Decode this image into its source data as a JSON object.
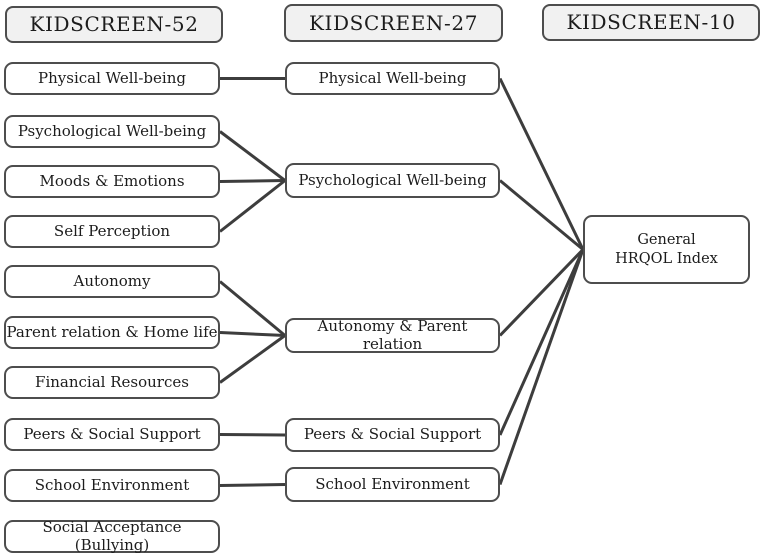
{
  "headers": {
    "k52": "KIDSCREEN-52",
    "k27": "KIDSCREEN-27",
    "k10": "KIDSCREEN-10"
  },
  "k52": {
    "physical": "Physical Well-being",
    "psychological": "Psychological Well-being",
    "moods": "Moods & Emotions",
    "self_perception": "Self Perception",
    "autonomy": "Autonomy",
    "parent_home": "Parent relation & Home life",
    "financial": "Financial Resources",
    "peers": "Peers & Social Support",
    "school": "School Environment",
    "social_acceptance": "Social Acceptance (Bullying)"
  },
  "k27": {
    "physical": "Physical Well-being",
    "psychological": "Psychological Well-being",
    "autonomy_parent": "Autonomy & Parent relation",
    "peers": "Peers & Social Support",
    "school": "School Environment"
  },
  "k10": {
    "general_line1": "General",
    "general_line2": "HRQOL Index"
  },
  "edges": [
    {
      "from": "k52-physical",
      "to": "k27-physical"
    },
    {
      "from": "k52-psychological",
      "to": "k27-psychological"
    },
    {
      "from": "k52-moods",
      "to": "k27-psychological"
    },
    {
      "from": "k52-self_perception",
      "to": "k27-psychological"
    },
    {
      "from": "k52-autonomy",
      "to": "k27-autonomy_parent"
    },
    {
      "from": "k52-parent_home",
      "to": "k27-autonomy_parent"
    },
    {
      "from": "k52-financial",
      "to": "k27-autonomy_parent"
    },
    {
      "from": "k52-peers",
      "to": "k27-peers"
    },
    {
      "from": "k52-school",
      "to": "k27-school"
    },
    {
      "from": "k27-physical",
      "to": "k10-general"
    },
    {
      "from": "k27-psychological",
      "to": "k10-general"
    },
    {
      "from": "k27-autonomy_parent",
      "to": "k10-general"
    },
    {
      "from": "k27-peers",
      "to": "k10-general"
    },
    {
      "from": "k27-school",
      "to": "k10-general"
    }
  ],
  "colors": {
    "box_border": "#4d4d4d",
    "header_fill": "#f1f1f1",
    "box_fill": "#ffffff",
    "connector": "#3d3d3d",
    "text": "#1c1c1c"
  }
}
